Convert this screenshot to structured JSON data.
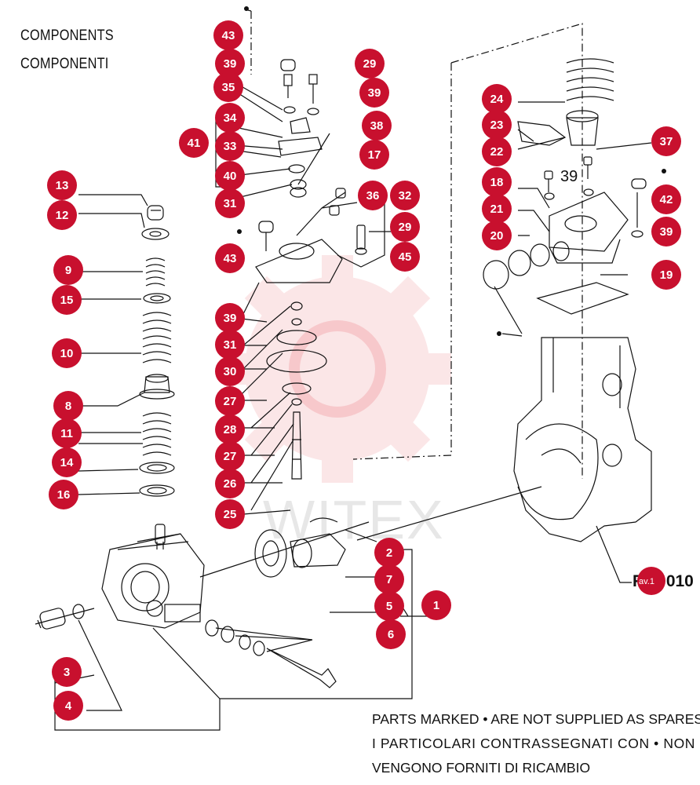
{
  "header": {
    "title_en": "COMPONENTS",
    "title_it": "COMPONENTI"
  },
  "footnote": {
    "line1": "PARTS MARKED • ARE NOT SUPPLIED AS SPARES",
    "line2": "I PARTICOLARI CONTRASSEGNATI CON • NON",
    "line3": "VENGONO FORNITI DI RICAMBIO"
  },
  "watermark": {
    "text": "WITEX",
    "color": "#e8454f"
  },
  "figure_ref": {
    "prefix": "F",
    "mid": "av.1",
    "suffix": "010"
  },
  "callouts": [
    {
      "id": "c43a",
      "label": "43"
    },
    {
      "id": "c39a",
      "label": "39"
    },
    {
      "id": "c29a",
      "label": "29"
    },
    {
      "id": "c35",
      "label": "35"
    },
    {
      "id": "c39b",
      "label": "39"
    },
    {
      "id": "c34",
      "label": "34"
    },
    {
      "id": "c38",
      "label": "38"
    },
    {
      "id": "c41",
      "label": "41"
    },
    {
      "id": "c33",
      "label": "33"
    },
    {
      "id": "c17",
      "label": "17"
    },
    {
      "id": "c40",
      "label": "40"
    },
    {
      "id": "c36",
      "label": "36"
    },
    {
      "id": "c32",
      "label": "32"
    },
    {
      "id": "c31a",
      "label": "31"
    },
    {
      "id": "c13",
      "label": "13"
    },
    {
      "id": "c12",
      "label": "12"
    },
    {
      "id": "c29b",
      "label": "29"
    },
    {
      "id": "c43b",
      "label": "43"
    },
    {
      "id": "c45",
      "label": "45"
    },
    {
      "id": "c9",
      "label": "9"
    },
    {
      "id": "c15",
      "label": "15"
    },
    {
      "id": "c39c",
      "label": "39"
    },
    {
      "id": "c10",
      "label": "10"
    },
    {
      "id": "c31b",
      "label": "31"
    },
    {
      "id": "c30",
      "label": "30"
    },
    {
      "id": "c8",
      "label": "8"
    },
    {
      "id": "c27a",
      "label": "27"
    },
    {
      "id": "c28",
      "label": "28"
    },
    {
      "id": "c11",
      "label": "11"
    },
    {
      "id": "c27b",
      "label": "27"
    },
    {
      "id": "c14",
      "label": "14"
    },
    {
      "id": "c26",
      "label": "26"
    },
    {
      "id": "c16",
      "label": "16"
    },
    {
      "id": "c25",
      "label": "25"
    },
    {
      "id": "c2",
      "label": "2"
    },
    {
      "id": "c7",
      "label": "7"
    },
    {
      "id": "c5",
      "label": "5"
    },
    {
      "id": "c1",
      "label": "1"
    },
    {
      "id": "c6",
      "label": "6"
    },
    {
      "id": "c3",
      "label": "3"
    },
    {
      "id": "c4",
      "label": "4"
    },
    {
      "id": "c24",
      "label": "24"
    },
    {
      "id": "c23",
      "label": "23"
    },
    {
      "id": "c22",
      "label": "22"
    },
    {
      "id": "c37",
      "label": "37"
    },
    {
      "id": "c18",
      "label": "18"
    },
    {
      "id": "c42",
      "label": "42"
    },
    {
      "id": "c21",
      "label": "21"
    },
    {
      "id": "c39d",
      "label": "39"
    },
    {
      "id": "c20",
      "label": "20"
    },
    {
      "id": "c19",
      "label": "19"
    }
  ],
  "plain_label": "39",
  "colors": {
    "badge": "#c8102e",
    "line": "#111111"
  }
}
